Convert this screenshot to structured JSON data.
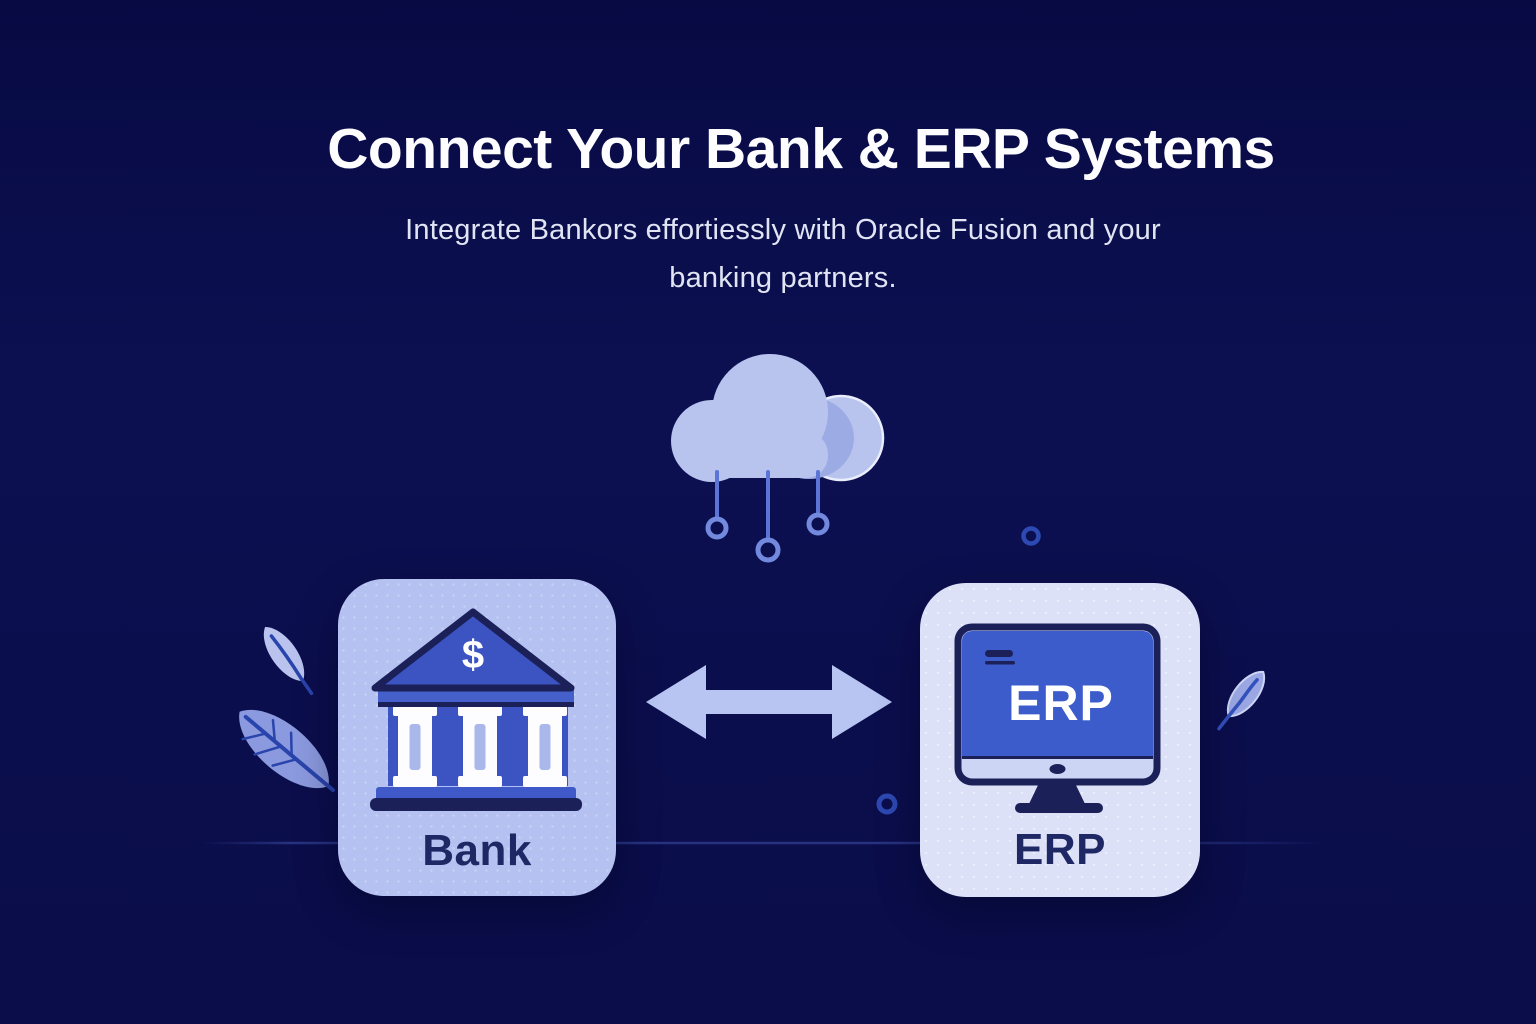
{
  "hero": {
    "title": "Connect Your Bank & ERP Systems",
    "subtitle": "Integrate Bankors effortiessly with Oracle Fusion and your banking partners.",
    "subtitle_lines": [
      "Integrate Bankors effortiessly with Oracle Fusion and your",
      "banking partners."
    ]
  },
  "diagram": {
    "cloud": {
      "connector_count": 3
    },
    "bank_node": {
      "label": "Bank",
      "building_symbol": "$"
    },
    "erp_node": {
      "label": "ERP",
      "screen_title": "ERP"
    },
    "connection": {
      "type": "bidirectional-arrow"
    }
  },
  "colors": {
    "background_navy": "#0b0e4c",
    "title_white": "#fdfdff",
    "subtitle_light": "#e0e4f3",
    "bank_card_bg": "#b5c1f0",
    "erp_card_bg": "#dce1f8",
    "primary_blue": "#3d5ccc",
    "dark_navy_outline": "#1b2158",
    "cloud_fill": "#b8c3ee",
    "cloud_shadow": "#9dabe4",
    "connector_blue": "#5b74d6",
    "arrow_fill": "#b8c5f3",
    "label_navy": "#1e2864",
    "leaf_large_fill": "#8b9ade",
    "leaf_small_fill": "#b9c3ee",
    "leaf_vein": "#2944ac",
    "ring_decor": "#2d49b2",
    "divider_blue": "#4256b4"
  }
}
